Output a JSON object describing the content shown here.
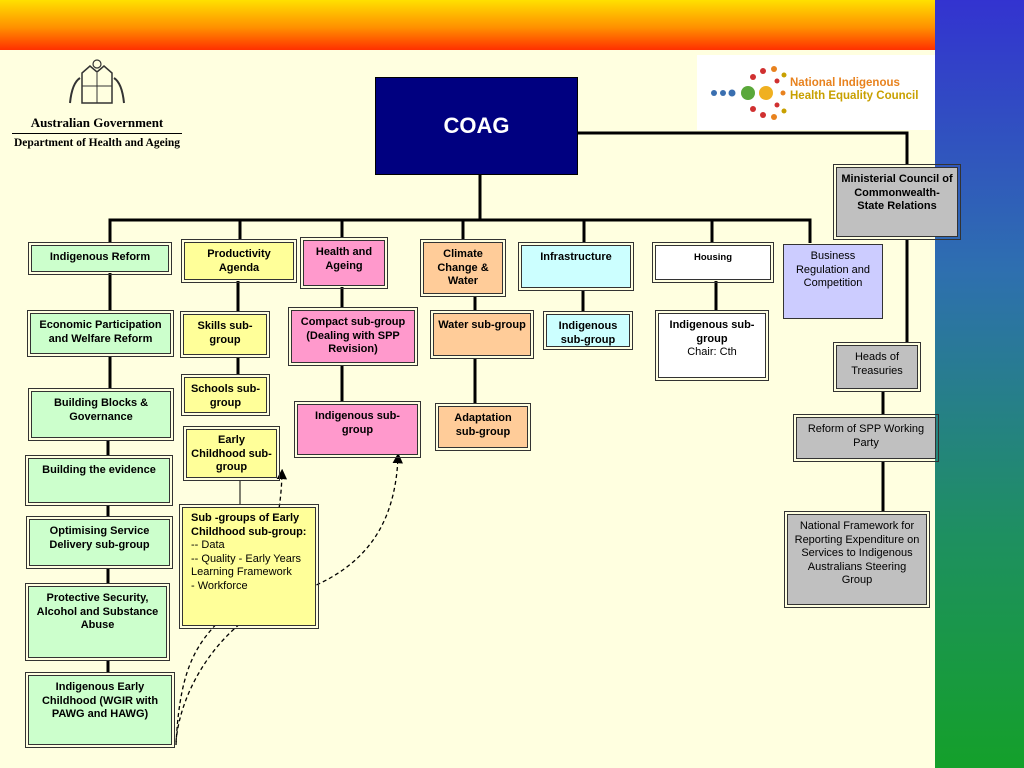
{
  "colors": {
    "navy": "#000080",
    "green": "#ccffcc",
    "yellow": "#ffff99",
    "pink": "#ff99cc",
    "peach": "#ffcc99",
    "cyan": "#ccffff",
    "lavender": "#ccccff",
    "grey": "#c0c0c0"
  },
  "logos": {
    "gov_line1": "Australian Government",
    "gov_line2": "Department of Health and Ageing",
    "nihec_line1": "National Indigenous",
    "nihec_line2": "Health Equality Council"
  },
  "coag": "COAG",
  "ministerial": "Ministerial Council of Commonwealth-State Relations",
  "heads_of_treasuries": "Heads of Treasuries",
  "reform_spp": "Reform of SPP Working Party",
  "national_framework": "National Framework for Reporting Expenditure on Services to Indigenous Australians Steering Group",
  "columns": {
    "indigenous_reform": "Indigenous Reform",
    "productivity_agenda": "Productivity Agenda",
    "health_ageing": "Health and Ageing",
    "climate": "Climate Change & Water",
    "infrastructure": "Infrastructure",
    "housing": "Housing",
    "business": "Business Regulation and Competition"
  },
  "indigenous_reform_items": {
    "economic": "Economic Participation and Welfare Reform",
    "building_blocks": "Building Blocks & Governance",
    "evidence": "Building the evidence",
    "optimising": "Optimising Service Delivery sub-group",
    "protective": "Protective Security, Alcohol and Substance Abuse",
    "early_childhood": "Indigenous Early Childhood (WGIR with PAWG and HAWG)"
  },
  "productivity_items": {
    "skills": "Skills sub-group",
    "schools": "Schools sub-group",
    "early_childhood": "Early Childhood sub-group"
  },
  "subgroups_note": {
    "title": "Sub -groups of Early Childhood sub-group:",
    "line1": "-- Data",
    "line2": "-- Quality - Early Years Learning Framework",
    "line3": "- Workforce"
  },
  "health_items": {
    "compact": "Compact sub-group (Dealing with SPP Revision)",
    "indigenous": "Indigenous sub-group"
  },
  "climate_items": {
    "water": "Water sub-group",
    "adaptation": "Adaptation sub-group"
  },
  "infrastructure_items": {
    "indigenous": "Indigenous sub-group"
  },
  "housing_items": {
    "indigenous": "Indigenous sub-group",
    "chair": "Chair: Cth"
  }
}
